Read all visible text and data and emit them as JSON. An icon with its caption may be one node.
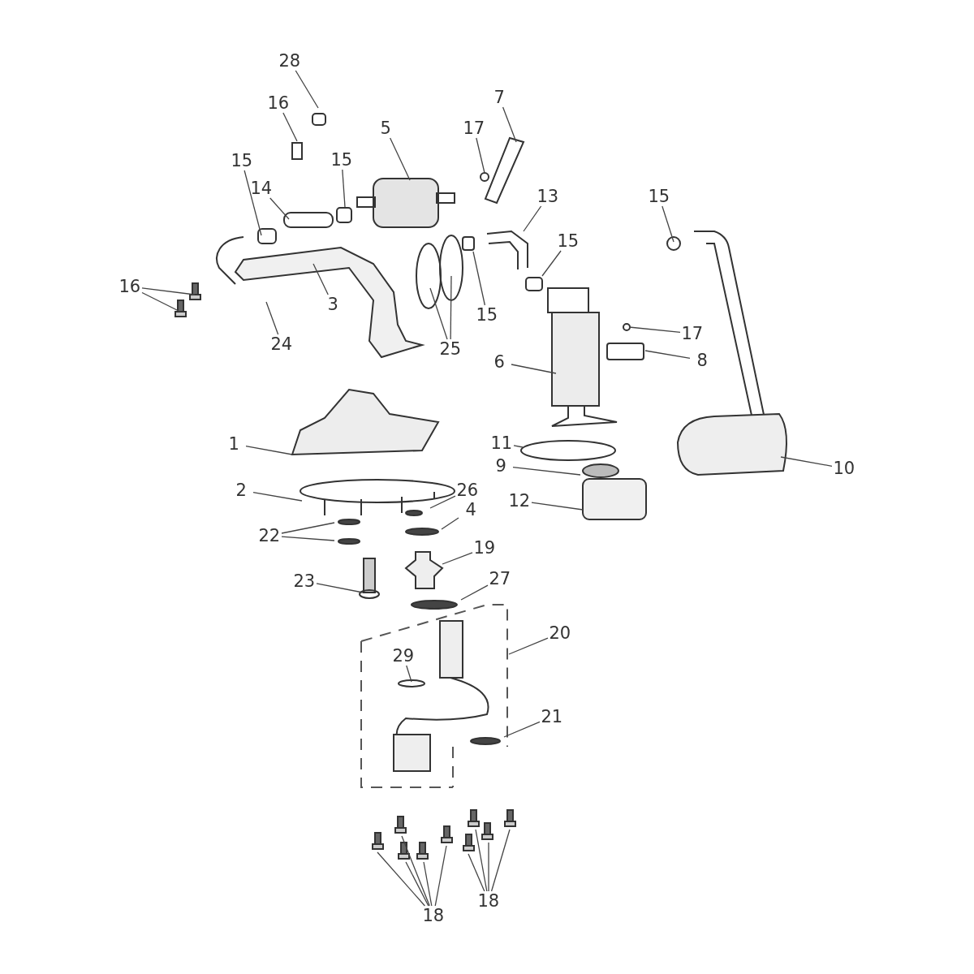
{
  "diagram": {
    "nodes": [
      {
        "text": [
          "28"
        ]
      },
      {
        "text": [
          "16"
        ]
      },
      {
        "text": [
          "5"
        ]
      },
      {
        "text": [
          "17"
        ]
      },
      {
        "text": [
          "7"
        ]
      },
      {
        "text": [
          "15"
        ]
      },
      {
        "text": [
          "14"
        ]
      },
      {
        "text": [
          "15"
        ]
      },
      {
        "text": [
          "13"
        ]
      },
      {
        "text": [
          "15"
        ]
      },
      {
        "text": [
          "15"
        ]
      },
      {
        "text": [
          "16"
        ]
      },
      {
        "text": [
          "3"
        ]
      },
      {
        "text": [
          "24"
        ]
      },
      {
        "text": [
          "25"
        ]
      },
      {
        "text": [
          "15"
        ]
      },
      {
        "text": [
          "17"
        ]
      },
      {
        "text": [
          "8"
        ]
      },
      {
        "text": [
          "6"
        ]
      },
      {
        "text": [
          "1"
        ]
      },
      {
        "text": [
          "11"
        ]
      },
      {
        "text": [
          "9"
        ]
      },
      {
        "text": [
          "2"
        ]
      },
      {
        "text": [
          "26"
        ]
      },
      {
        "text": [
          "4"
        ]
      },
      {
        "text": [
          "12"
        ]
      },
      {
        "text": [
          "22"
        ]
      },
      {
        "text": [
          "19"
        ]
      },
      {
        "text": [
          "23"
        ]
      },
      {
        "text": [
          "27"
        ]
      },
      {
        "text": [
          "20"
        ]
      },
      {
        "text": [
          "29"
        ]
      },
      {
        "text": [
          "21"
        ]
      },
      {
        "text": [
          "10"
        ]
      },
      {
        "text": [
          "18"
        ]
      },
      {
        "text": [
          "18"
        ]
      }
    ],
    "edges": [
      {
        "from": 0,
        "to": null,
        "arrow": "none"
      },
      {
        "from": 1,
        "to": null,
        "arrow": "none"
      },
      {
        "from": 2,
        "to": null,
        "arrow": "none"
      },
      {
        "from": 3,
        "to": null,
        "arrow": "none"
      },
      {
        "from": 4,
        "to": null,
        "arrow": "none"
      },
      {
        "from": 5,
        "to": null,
        "arrow": "none"
      },
      {
        "from": 6,
        "to": null,
        "arrow": "none"
      },
      {
        "from": 7,
        "to": null,
        "arrow": "none"
      },
      {
        "from": 8,
        "to": null,
        "arrow": "none"
      },
      {
        "from": 9,
        "to": null,
        "arrow": "none"
      },
      {
        "from": 10,
        "to": null,
        "arrow": "none"
      },
      {
        "from": 11,
        "to": null,
        "arrow": "none"
      },
      {
        "from": 11,
        "to": null,
        "arrow": "none"
      },
      {
        "from": 12,
        "to": null,
        "arrow": "none"
      },
      {
        "from": 13,
        "to": null,
        "arrow": "none"
      },
      {
        "from": 14,
        "to": null,
        "arrow": "none"
      },
      {
        "from": 14,
        "to": null,
        "arrow": "none"
      },
      {
        "from": 15,
        "to": null,
        "arrow": "none"
      },
      {
        "from": 16,
        "to": null,
        "arrow": "none"
      },
      {
        "from": 17,
        "to": null,
        "arrow": "none"
      },
      {
        "from": 18,
        "to": null,
        "arrow": "none"
      },
      {
        "from": 19,
        "to": null,
        "arrow": "none"
      },
      {
        "from": 20,
        "to": null,
        "arrow": "none"
      },
      {
        "from": 21,
        "to": null,
        "arrow": "none"
      },
      {
        "from": 22,
        "to": null,
        "arrow": "none"
      },
      {
        "from": 23,
        "to": null,
        "arrow": "none"
      },
      {
        "from": 24,
        "to": null,
        "arrow": "none"
      },
      {
        "from": 25,
        "to": null,
        "arrow": "none"
      },
      {
        "from": 26,
        "to": null,
        "arrow": "none"
      },
      {
        "from": 26,
        "to": null,
        "arrow": "none"
      },
      {
        "from": 27,
        "to": null,
        "arrow": "none"
      },
      {
        "from": 28,
        "to": null,
        "arrow": "none"
      },
      {
        "from": 29,
        "to": null,
        "arrow": "none"
      },
      {
        "from": 30,
        "to": null,
        "arrow": "none"
      },
      {
        "from": 31,
        "to": null,
        "arrow": "none"
      },
      {
        "from": 32,
        "to": null,
        "arrow": "none"
      },
      {
        "from": 33,
        "to": null,
        "arrow": "none"
      },
      {
        "from": 34,
        "to": null,
        "arrow": "none"
      },
      {
        "from": 34,
        "to": null,
        "arrow": "none"
      },
      {
        "from": 34,
        "to": null,
        "arrow": "none"
      },
      {
        "from": 34,
        "to": null,
        "arrow": "none"
      },
      {
        "from": 34,
        "to": null,
        "arrow": "none"
      },
      {
        "from": 35,
        "to": null,
        "arrow": "none"
      },
      {
        "from": 35,
        "to": null,
        "arrow": "none"
      },
      {
        "from": 35,
        "to": null,
        "arrow": "none"
      },
      {
        "from": 35,
        "to": null,
        "arrow": "none"
      }
    ]
  }
}
